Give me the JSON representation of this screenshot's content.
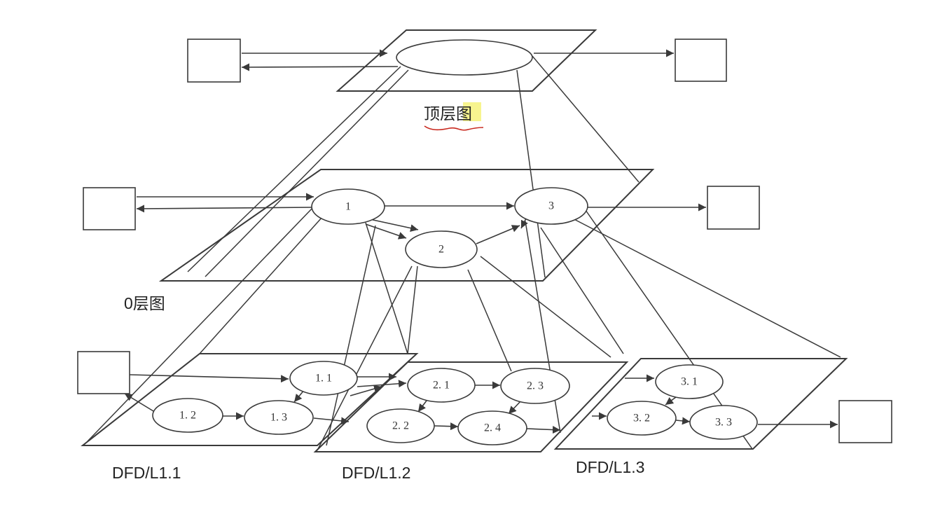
{
  "levels": {
    "top": "顶层图",
    "zero": "0层图",
    "l1_1": "DFD/L1.1",
    "l1_2": "DFD/L1.2",
    "l1_3": "DFD/L1.3"
  },
  "processes": {
    "p1": "1",
    "p2": "2",
    "p3": "3",
    "p1_1": "1. 1",
    "p1_2": "1. 2",
    "p1_3": "1. 3",
    "p2_1": "2. 1",
    "p2_2": "2. 2",
    "p2_3": "2. 3",
    "p2_4": "2. 4",
    "p3_1": "3. 1",
    "p3_2": "3. 2",
    "p3_3": "3. 3"
  },
  "colors": {
    "line": "#3a3a3a",
    "highlight": "#f4f06a",
    "underline": "#c8281e"
  }
}
